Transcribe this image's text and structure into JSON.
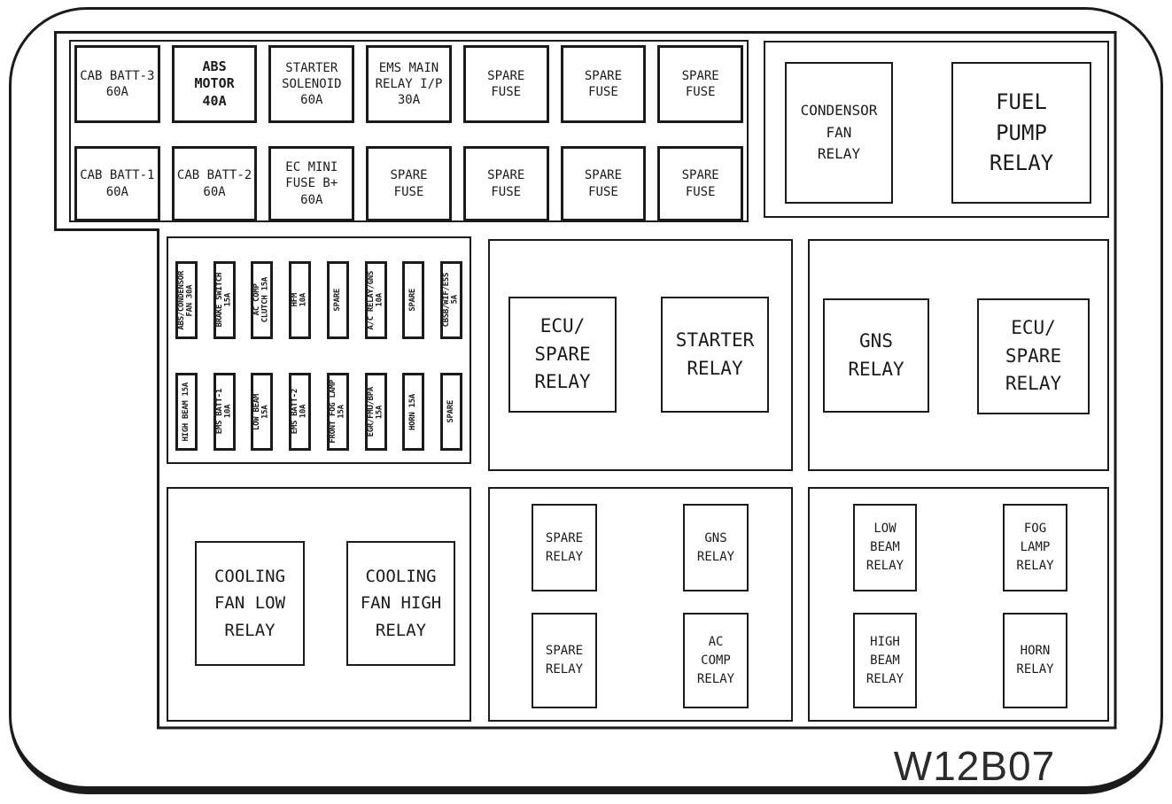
{
  "diagram_code": "W12B07",
  "colors": {
    "line": "#1b1b1b",
    "background": "#ffffff"
  },
  "top_fuse_panel": {
    "row1": [
      "CAB BATT-3\n60A",
      "ABS\nMOTOR\n40A",
      "STARTER\nSOLENOID\n60A",
      "EMS MAIN\nRELAY I/P\n30A",
      "SPARE\nFUSE",
      "SPARE\nFUSE",
      "SPARE\nFUSE"
    ],
    "row2": [
      "CAB BATT-1\n60A",
      "CAB BATT-2\n60A",
      "EC MINI\nFUSE B+\n60A",
      "SPARE\nFUSE",
      "SPARE\nFUSE",
      "SPARE\nFUSE",
      "SPARE\nFUSE"
    ]
  },
  "top_right_relay_section": {
    "condensor_fan": "CONDENSOR\nFAN\nRELAY",
    "fuel_pump": "FUEL\nPUMP\nRELAY"
  },
  "mini_fuse_panel": {
    "row1": [
      "ABS/CONDENSOR\nFAN 30A",
      "BRAKE SWITCH\n15A",
      "AC COMP\nCLUTCH 15A",
      "HFM\n10A",
      "SPARE",
      "A/C RELAY/GNS\n10A",
      "SPARE",
      "CBSB/WIF/ESS\n5A"
    ],
    "row2": [
      "HIGH BEAM 15A",
      "EMS BATT-1\n10A",
      "LOW BEAM\n15A",
      "EMS BATT-2\n10A",
      "FRONT FOG LAMP\n15A",
      "EGR/FMU/BPA\n15A",
      "HORN 15A",
      "SPARE"
    ]
  },
  "mid_center_relay_section": {
    "ecu_spare": "ECU/\nSPARE\nRELAY",
    "starter": "STARTER\nRELAY"
  },
  "mid_right_relay_section": {
    "gns": "GNS\nRELAY",
    "ecu_spare": "ECU/\nSPARE\nRELAY"
  },
  "bottom_left_relay_section": {
    "cooling_fan_low": "COOLING\nFAN LOW\nRELAY",
    "cooling_fan_high": "COOLING\nFAN HIGH\nRELAY"
  },
  "bottom_center_relay_section": {
    "top_left": "SPARE\nRELAY",
    "top_right": "GNS\nRELAY",
    "bottom_left": "SPARE\nRELAY",
    "bottom_right": "AC\nCOMP\nRELAY"
  },
  "bottom_right_relay_section": {
    "low_beam": "LOW\nBEAM\nRELAY",
    "fog_lamp": "FOG\nLAMP\nRELAY",
    "high_beam": "HIGH\nBEAM\nRELAY",
    "horn": "HORN\nRELAY"
  }
}
